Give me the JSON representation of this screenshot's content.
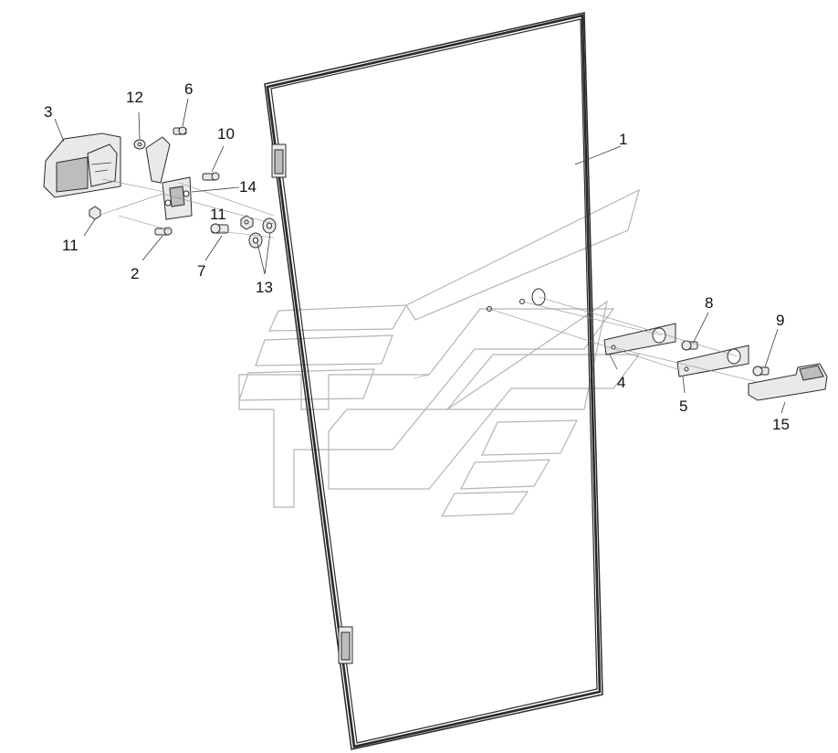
{
  "callouts": [
    {
      "id": "c1",
      "text": "1"
    },
    {
      "id": "c2",
      "text": "2"
    },
    {
      "id": "c3",
      "text": "3"
    },
    {
      "id": "c4",
      "text": "4"
    },
    {
      "id": "c5",
      "text": "5"
    },
    {
      "id": "c6",
      "text": "6"
    },
    {
      "id": "c7",
      "text": "7"
    },
    {
      "id": "c8",
      "text": "8"
    },
    {
      "id": "c9",
      "text": "9"
    },
    {
      "id": "c10",
      "text": "10"
    },
    {
      "id": "c11a",
      "text": "11"
    },
    {
      "id": "c11b",
      "text": "11"
    },
    {
      "id": "c12",
      "text": "12"
    },
    {
      "id": "c13",
      "text": "13"
    },
    {
      "id": "c14",
      "text": "14"
    },
    {
      "id": "c15",
      "text": "15"
    }
  ],
  "colors": {
    "line": "#2a2a2a",
    "part_fill": "#e9e9e9",
    "watermark": "#b4b4b4"
  }
}
